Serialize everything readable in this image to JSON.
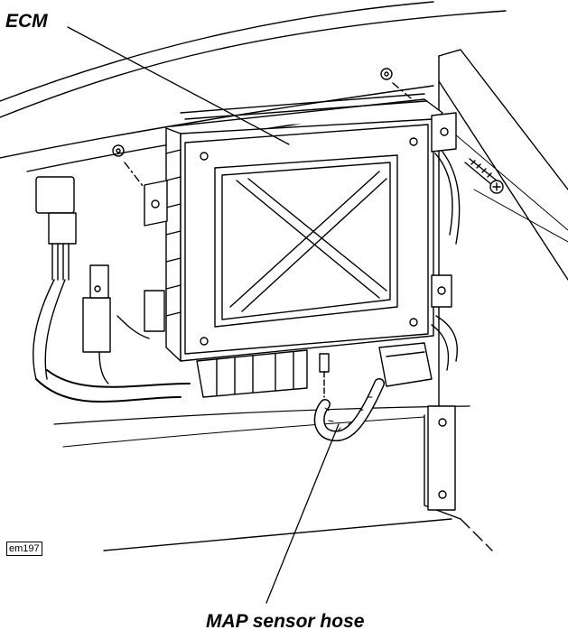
{
  "labels": {
    "ecm": "ECM",
    "map_sensor_hose": "MAP sensor hose"
  },
  "figure_tag": "em197",
  "colors": {
    "ink": "#000000",
    "paper": "#ffffff"
  }
}
